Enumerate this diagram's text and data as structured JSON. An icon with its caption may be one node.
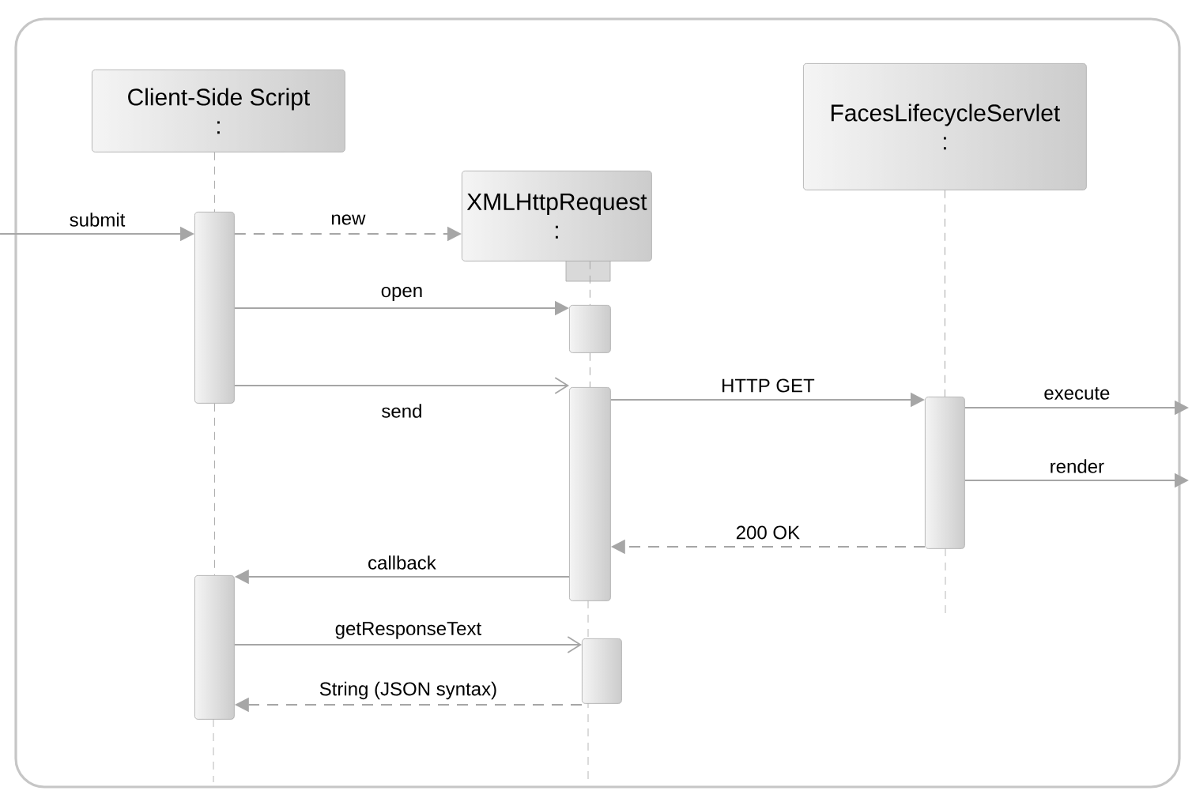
{
  "diagram": {
    "nodes": [
      {
        "text": [
          "Client-Side Script",
          ":"
        ]
      },
      {
        "text": [
          "XMLHttpRequest",
          ":"
        ]
      },
      {
        "text": [
          "FacesLifecycleServlet",
          ":"
        ]
      },
      {
        "text": [],
        "shape": "bar"
      },
      {
        "text": [],
        "shape": "bar"
      },
      {
        "text": [],
        "shape": "bar"
      },
      {
        "text": [],
        "shape": "bar"
      },
      {
        "text": [],
        "shape": "bar"
      },
      {
        "text": [],
        "shape": "bar"
      }
    ],
    "edges": [
      {
        "from": null,
        "to": 3,
        "arrow": "to",
        "label": "submit"
      },
      {
        "from": 3,
        "to": 1,
        "arrow": "to",
        "label": "new",
        "style": "dashed"
      },
      {
        "from": 3,
        "to": 4,
        "arrow": "to",
        "label": "open"
      },
      {
        "from": 3,
        "to": 5,
        "arrow": "to",
        "label": "send"
      },
      {
        "from": 5,
        "to": 7,
        "arrow": "to",
        "label": "HTTP GET"
      },
      {
        "from": 7,
        "to": null,
        "arrow": "to",
        "label": "execute"
      },
      {
        "from": 7,
        "to": null,
        "arrow": "to",
        "label": "render"
      },
      {
        "from": 7,
        "to": 5,
        "arrow": "to",
        "label": "200 OK",
        "style": "dashed"
      },
      {
        "from": 5,
        "to": 8,
        "arrow": "to",
        "label": "callback"
      },
      {
        "from": 8,
        "to": 6,
        "arrow": "to",
        "label": "getResponseText"
      },
      {
        "from": 6,
        "to": 8,
        "arrow": "to",
        "label": "String (JSON syntax)",
        "style": "dashed"
      },
      {
        "from": 0,
        "to": 3,
        "arrow": "none",
        "style": "dashed"
      },
      {
        "from": 3,
        "to": 8,
        "arrow": "none",
        "style": "dashed"
      },
      {
        "from": 1,
        "to": 4,
        "arrow": "none",
        "style": "dashed"
      },
      {
        "from": 4,
        "to": 5,
        "arrow": "none",
        "style": "dashed"
      },
      {
        "from": 2,
        "to": 7,
        "arrow": "none",
        "style": "dashed"
      }
    ]
  }
}
